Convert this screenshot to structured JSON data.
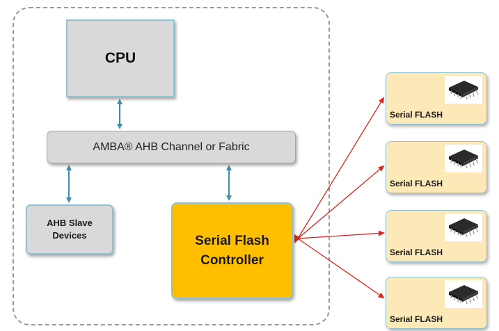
{
  "blocks": {
    "cpu": "CPU",
    "bus": "AMBA® AHB Channel or Fabric",
    "ahb_slave": "AHB Slave Devices",
    "controller": "Serial Flash Controller"
  },
  "flash_devices": [
    {
      "label": "Serial FLASH",
      "icon": "chip-icon"
    },
    {
      "label": "Serial FLASH",
      "icon": "chip-icon"
    },
    {
      "label": "Serial FLASH",
      "icon": "chip-icon"
    },
    {
      "label": "Serial FLASH",
      "icon": "chip-icon"
    }
  ],
  "colors": {
    "block_gray": "#d9d9d9",
    "block_border": "#8ec3d6",
    "controller": "#ffbf00",
    "flash_fill": "#fde9b8",
    "bus_arrow": "#3f8fa6",
    "flash_arrow": "#e0231b"
  }
}
